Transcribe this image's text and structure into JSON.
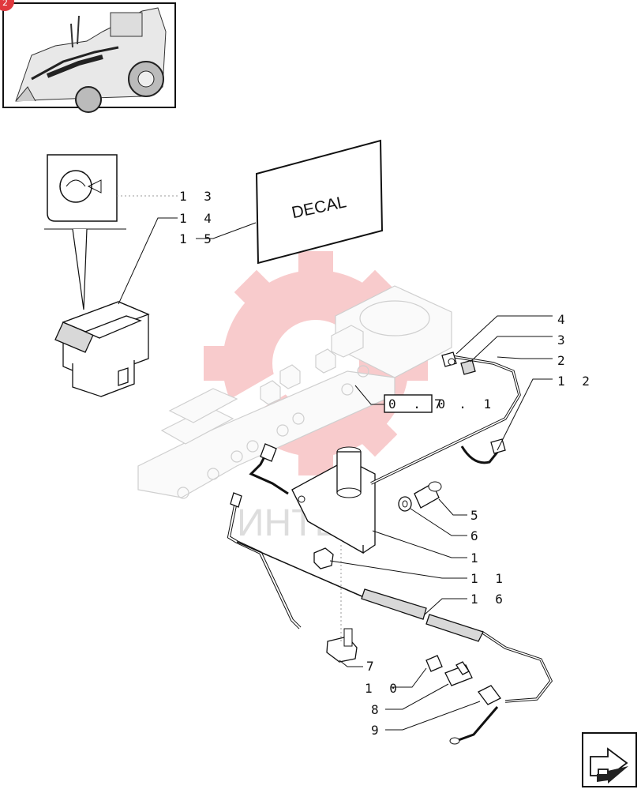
{
  "page_badge": "2",
  "decal_text": "DECAL",
  "watermark_text": "ИНТЕХ",
  "reference": {
    "boxed": "0 . 0",
    "rest": "7 . 1"
  },
  "callouts": {
    "c13": "1 3",
    "c14": "1 4",
    "c15": "1 5",
    "c4": "4",
    "c3": "3",
    "c2": "2",
    "c12": "1 2",
    "c5": "5",
    "c6": "6",
    "c1": "1",
    "c11": "1 1",
    "c16": "1 6",
    "c7": "7",
    "c10": "1 0",
    "c8": "8",
    "c9": "9"
  },
  "colors": {
    "watermark_red": "#e8474a",
    "badge_red": "#e0383e",
    "ink": "#111111"
  }
}
